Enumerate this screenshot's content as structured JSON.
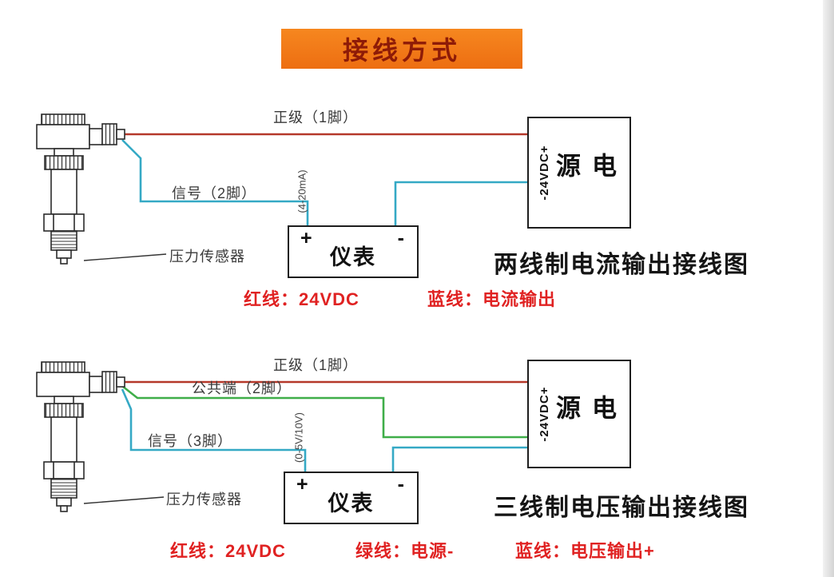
{
  "title": "接线方式",
  "colors": {
    "banner_orange": "#F0751D",
    "banner_text": "#8E1B07",
    "wire_red": "#B5382A",
    "wire_blue": "#35A9C5",
    "wire_green": "#3FAE49",
    "legend_red": "#E02222"
  },
  "diagram_top": {
    "positive_label": "正级（1脚）",
    "signal_label": "信号（2脚）",
    "range_label": "(4-20mA)",
    "meter": {
      "plus": "+",
      "minus": "-",
      "label": "仪表"
    },
    "power": {
      "vdc": "-24VDC+",
      "label": "电源"
    },
    "sensor_label": "压力传感器",
    "caption": "两线制电流输出接线图",
    "legend": [
      {
        "text": "红线：24VDC"
      },
      {
        "text": "蓝线：电流输出"
      }
    ]
  },
  "diagram_bottom": {
    "positive_label": "正级（1脚）",
    "common_label": "公共端（2脚）",
    "signal_label": "信号（3脚）",
    "range_label": "(0-5V/10V)",
    "meter": {
      "plus": "+",
      "minus": "-",
      "label": "仪表"
    },
    "power": {
      "vdc": "-24VDC+",
      "label": "电源"
    },
    "sensor_label": "压力传感器",
    "caption": "三线制电压输出接线图",
    "legend": [
      {
        "text": "红线：24VDC"
      },
      {
        "text": "绿线：电源-"
      },
      {
        "text": "蓝线：电压输出+"
      }
    ]
  }
}
